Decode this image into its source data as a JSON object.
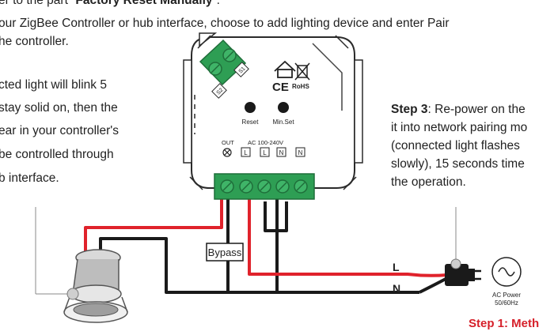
{
  "intro": {
    "line0_prefix": "er to the part “",
    "line0_bold": "Factory Reset Manually",
    "line0_suffix": "”.",
    "line1": "our ZigBee Controller or hub interface, choose to add lighting device and enter Pair",
    "line2": "he controller."
  },
  "left_text": [
    "cted light will blink 5",
    "stay solid on, then the",
    "ear in your controller's",
    "be controlled through",
    "b interface."
  ],
  "right_text": {
    "step_label": "Step 3",
    "step_rest": ": Re-power on the",
    "lines": [
      "it into network pairing mo",
      "(connected light flashes",
      "slowly), 15 seconds time",
      "the operation."
    ]
  },
  "device": {
    "s1": "S1",
    "s2": "S2",
    "reset": "Reset",
    "min_set": "Min.Set",
    "out": "OUT",
    "ac_range": "AC 100-240V",
    "terminals": [
      "L",
      "L",
      "N",
      "N"
    ],
    "ce": "CE",
    "rohs": "RoHS"
  },
  "bypass": "Bypass",
  "wires": {
    "l": "L",
    "n": "N"
  },
  "ac_power": {
    "line1": "AC Power",
    "line2": "50/60Hz"
  },
  "step1": "Step 1: Meth",
  "colors": {
    "red": "#e0222b",
    "green": "#2e9e54",
    "dark_green": "#1f6e3a",
    "black": "#1a1a1a"
  }
}
